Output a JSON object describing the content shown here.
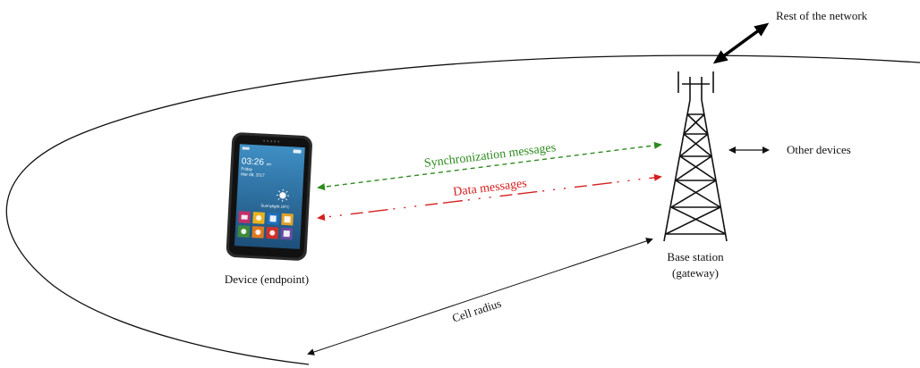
{
  "labels": {
    "rest_of_network": "Rest of the network",
    "other_devices": "Other devices",
    "sync_messages": "Synchronization messages",
    "data_messages": "Data messages",
    "device": "Device (endpoint)",
    "base_station_line1": "Base station",
    "base_station_line2": "(gateway)",
    "cell_radius": "Cell radius"
  },
  "phone_screen": {
    "time": "03:26",
    "time_suffix": "pm",
    "day": "Friday",
    "date": "Mar 08, 2017",
    "weather": "Sunnylight  19°C"
  },
  "colors": {
    "sync": "#2e8b1e",
    "data": "#d42020",
    "line": "#111111"
  }
}
